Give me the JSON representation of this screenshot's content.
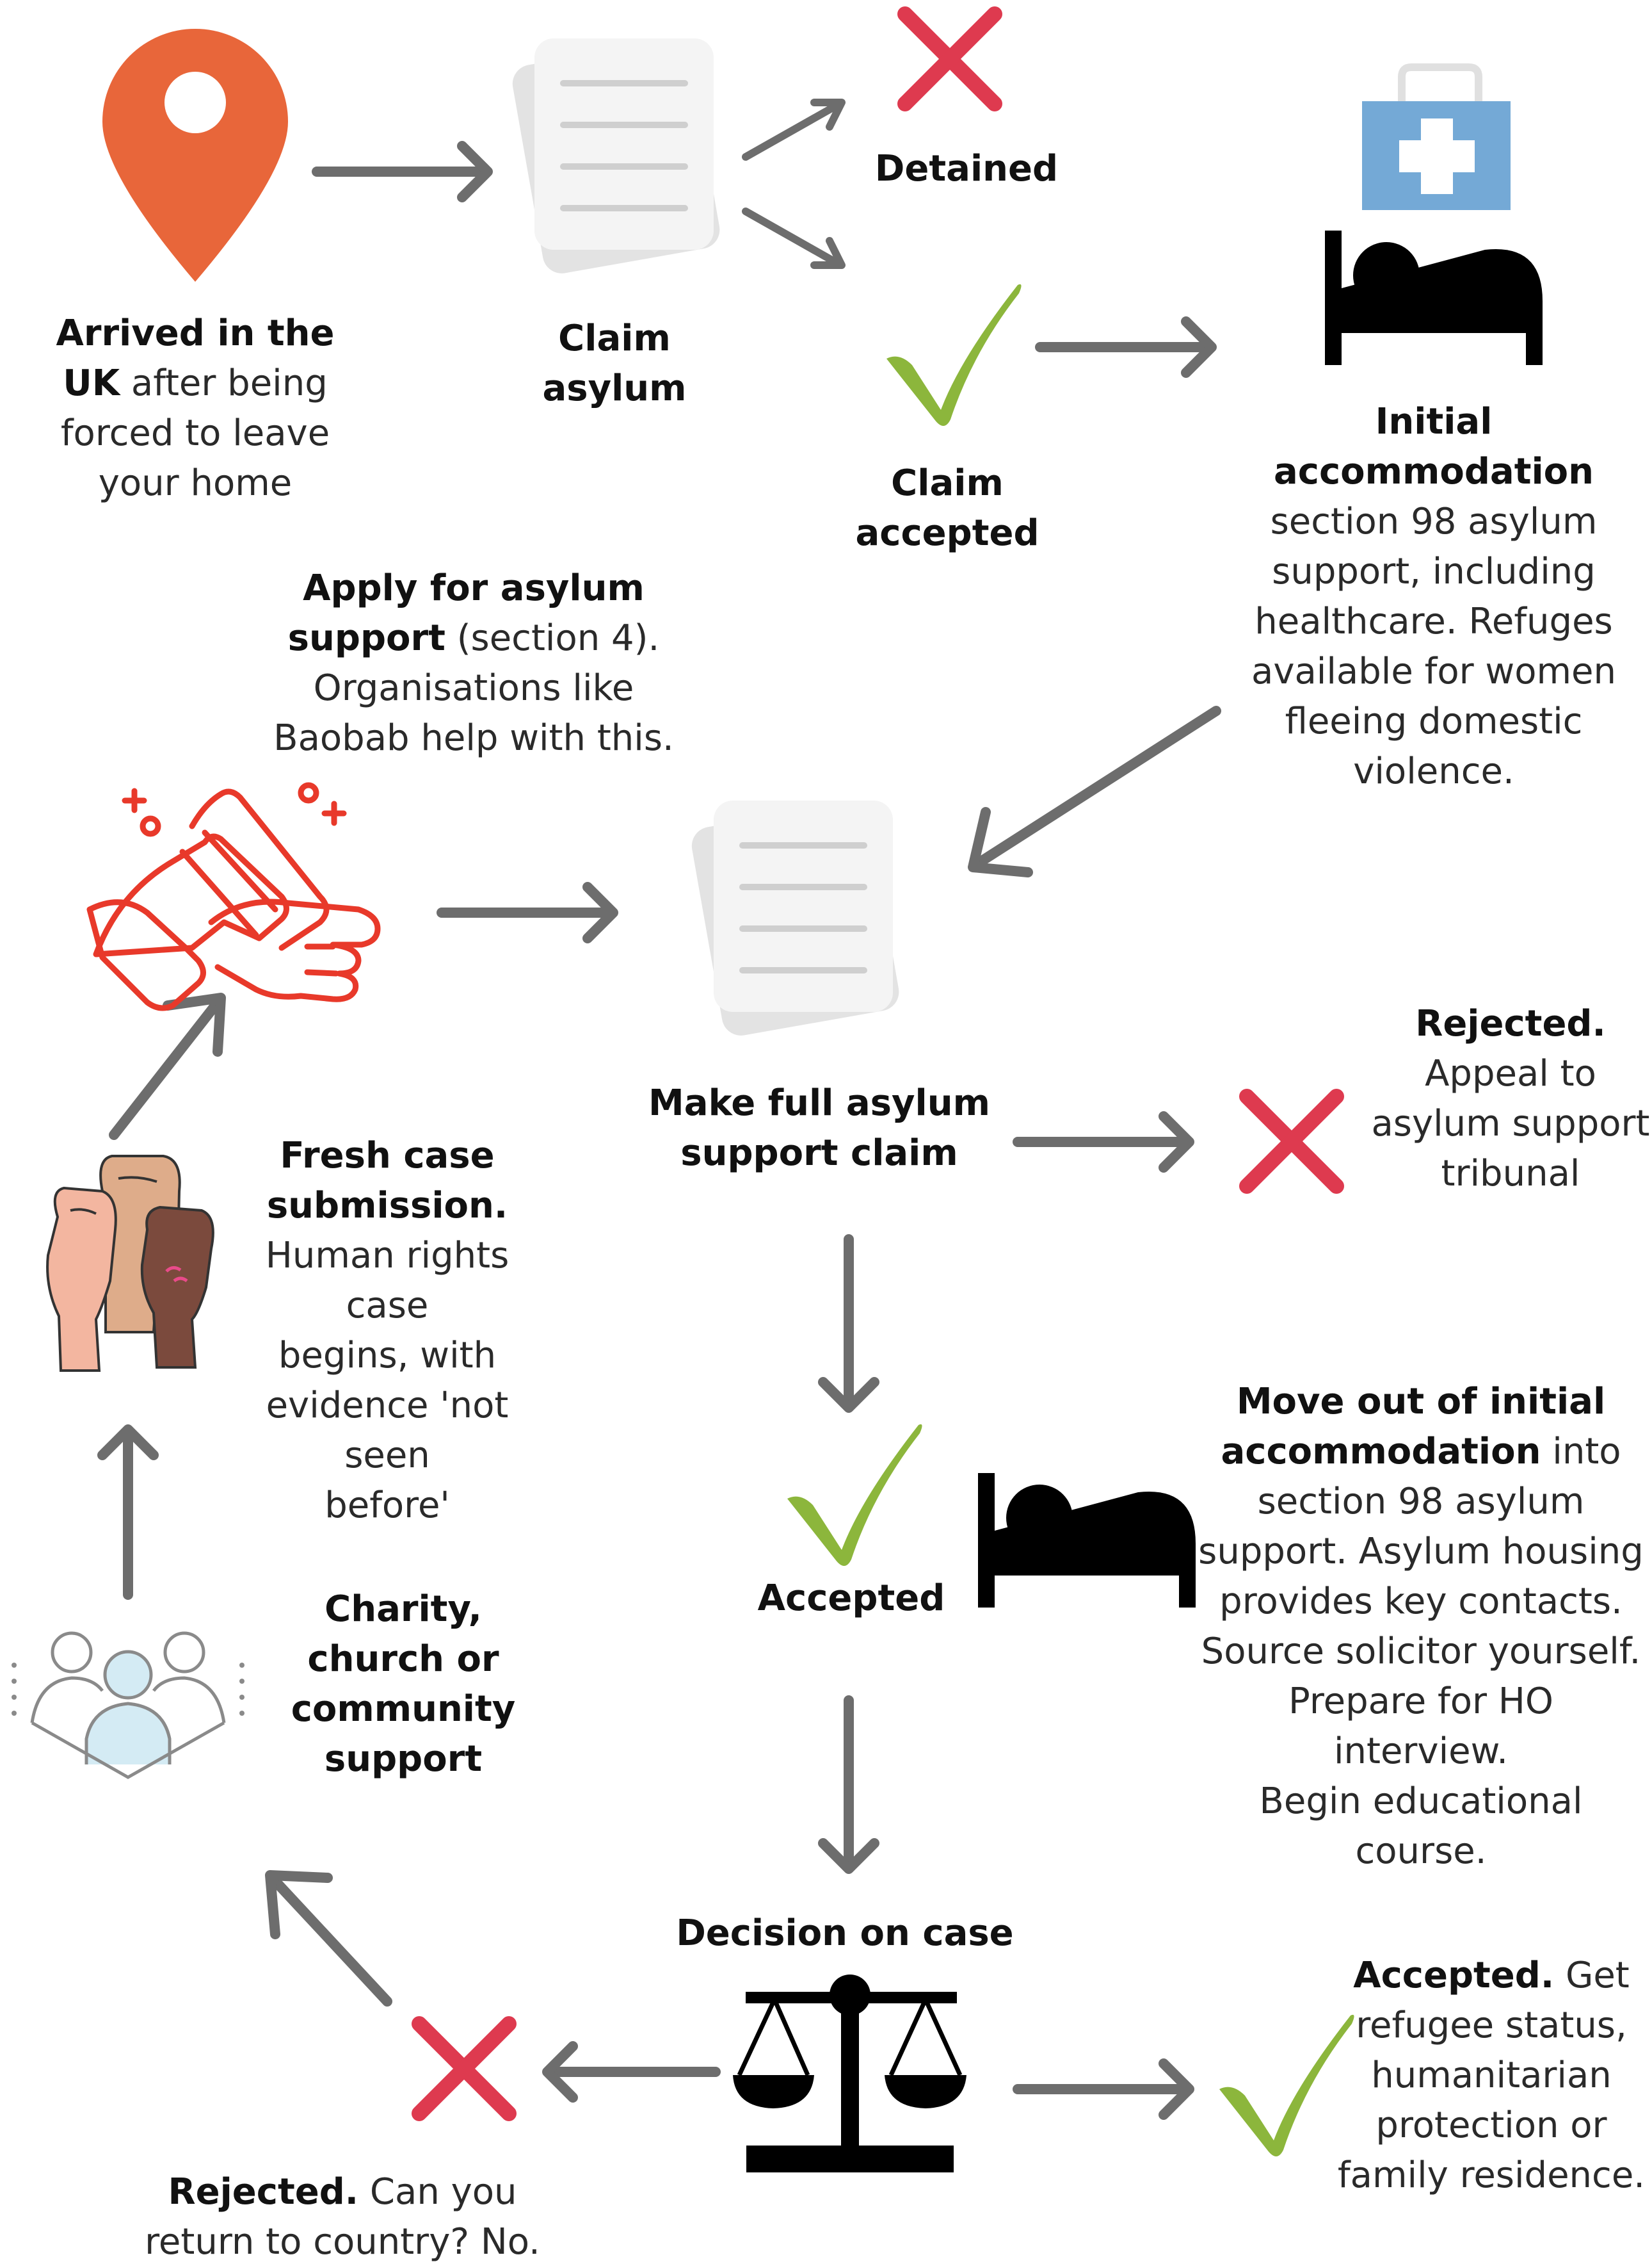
{
  "steps": {
    "arrived": {
      "strong1": "Arrived in the",
      "strong2": "UK",
      "rest2": " after being",
      "line3": "forced to leave",
      "line4": "your home"
    },
    "claim_asylum": {
      "line1": "Claim",
      "line2": "asylum"
    },
    "detained": {
      "label": "Detained"
    },
    "claim_accepted": {
      "line1": "Claim",
      "line2": "accepted"
    },
    "initial_accommodation": {
      "title1": "Initial",
      "title2": "accommodation",
      "lines": [
        "section 98 asylum",
        "support, including",
        "healthcare. Refuges",
        "available for women",
        "fleeing domestic",
        "violence."
      ]
    },
    "apply_support": {
      "strong1": "Apply for asylum",
      "strong2": "support",
      "rest2": " (section 4).",
      "line3": "Organisations like",
      "line4": "Baobab help with this."
    },
    "full_claim": {
      "line1": "Make full asylum",
      "line2": "support claim"
    },
    "rejected_support": {
      "strong": "Rejected.",
      "lines": [
        "Appeal to",
        "asylum support",
        "tribunal"
      ]
    },
    "fresh_case": {
      "strong1": "Fresh case",
      "strong2": "submission.",
      "lines": [
        "Human rights case",
        "begins, with",
        "evidence 'not seen",
        "before'"
      ]
    },
    "accepted_mid": {
      "label": "Accepted"
    },
    "move_out": {
      "strong1": "Move out of initial",
      "strong2": "accommodation",
      "rest2": " into",
      "lines": [
        "section 98 asylum",
        "support. Asylum housing",
        "provides key contacts.",
        "Source solicitor yourself.",
        "Prepare for HO interview.",
        "Begin educational course."
      ]
    },
    "community": {
      "lines": [
        "Charity,",
        "church or",
        "community",
        "support"
      ]
    },
    "decision": {
      "label": "Decision on case"
    },
    "accepted_final": {
      "strong": "Accepted.",
      "rest1": " Get",
      "lines": [
        "refugee status,",
        "humanitarian",
        "protection or",
        "family residence."
      ]
    },
    "rejected_final": {
      "strong": "Rejected.",
      "rest1": " Can you",
      "line2": "return to country? No."
    }
  },
  "colors": {
    "arrow": "#6d6d6d",
    "pin": "#e8663a",
    "cross": "#de3a4f",
    "check": "#8cb63c",
    "hands": "#e8392a",
    "medkit": "#74a9d6",
    "text": "#222222"
  },
  "icons": [
    "location-pin-icon",
    "document-icon",
    "cross-icon",
    "check-icon",
    "medical-kit-icon",
    "bed-icon",
    "hands-icon",
    "raised-fists-icon",
    "community-icon",
    "scales-icon"
  ]
}
